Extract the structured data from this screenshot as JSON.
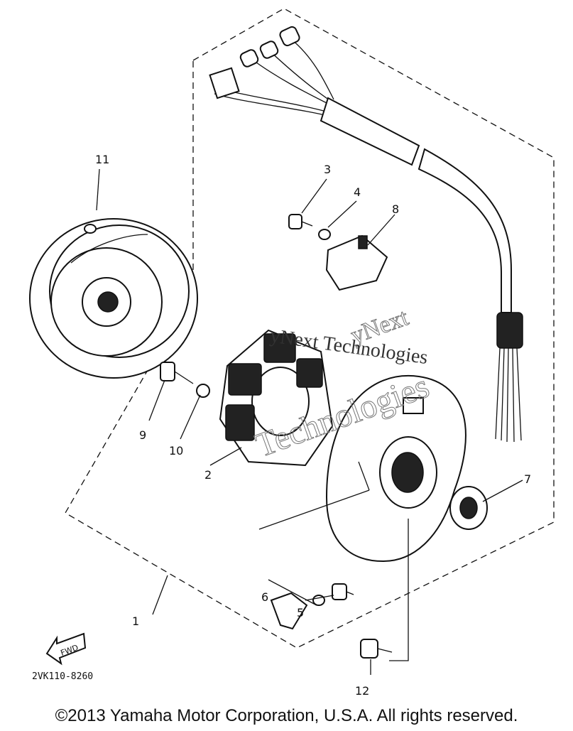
{
  "callouts": {
    "c1": "1",
    "c2": "2",
    "c3": "3",
    "c4": "4",
    "c5": "5",
    "c6": "6",
    "c7": "7",
    "c8": "8",
    "c9": "9",
    "c10": "10",
    "c11": "11",
    "c12": "12"
  },
  "fwd_label": "FWD",
  "diagram_code": "2VK110-8260",
  "watermark": {
    "line1": "yNext",
    "line2": "yNext Technologies",
    "line3": "Technologies"
  },
  "copyright": "©2013 Yamaha Motor Corporation, U.S.A. All rights reserved."
}
